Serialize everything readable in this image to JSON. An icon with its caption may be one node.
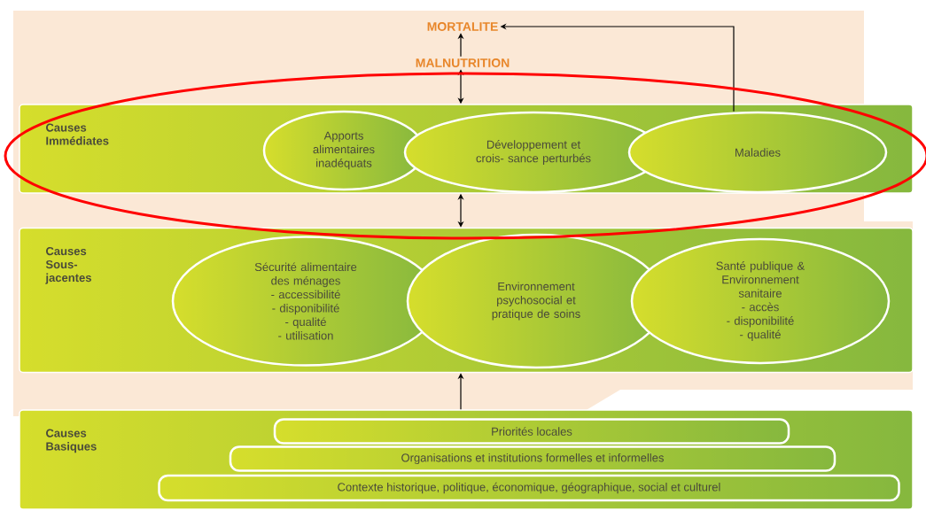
{
  "diagram": {
    "nodes": [
      {
        "text": [
          "MORTALITE"
        ]
      },
      {
        "text": [
          "MALNUTRITION"
        ]
      },
      {
        "text": [
          "Causes Immédiates"
        ]
      },
      {
        "text": [
          "Apports alimentaires inadéquats"
        ],
        "in": 2
      },
      {
        "text": [
          "Développement et crois- sance perturbés"
        ],
        "in": 2
      },
      {
        "text": [
          "Maladies"
        ],
        "in": 2
      },
      {
        "text": [
          "Causes Sous- jacentes"
        ]
      },
      {
        "text": [
          "Sécurité alimentaire des ménages",
          "- accessibilité",
          "- disponibilité",
          "- qualité",
          "- utilisation"
        ],
        "in": 6
      },
      {
        "text": [
          "Environnement psychosocial et pratique de soins"
        ],
        "in": 6
      },
      {
        "text": [
          "Santé publique & Environnement sanitaire",
          "- accès",
          "- disponibilité",
          "- qualité"
        ],
        "in": 6
      },
      {
        "text": [
          "Causes Basiques"
        ]
      },
      {
        "text": [
          "Priorités locales"
        ],
        "in": 10
      },
      {
        "text": [
          "Organisations et institutions formelles et informelles"
        ],
        "in": 10
      },
      {
        "text": [
          "Contexte historique, politique, économique, géographique, social et culturel"
        ],
        "in": 10
      }
    ],
    "edges": [
      {
        "from": 1,
        "to": 0,
        "arrow": "to"
      },
      {
        "from": 2,
        "to": 1,
        "arrow": "both"
      },
      {
        "from": 6,
        "to": 2,
        "arrow": "both"
      },
      {
        "from": 10,
        "to": 6,
        "arrow": "to"
      },
      {
        "from": 5,
        "to": 0,
        "arrow": "to"
      }
    ]
  }
}
